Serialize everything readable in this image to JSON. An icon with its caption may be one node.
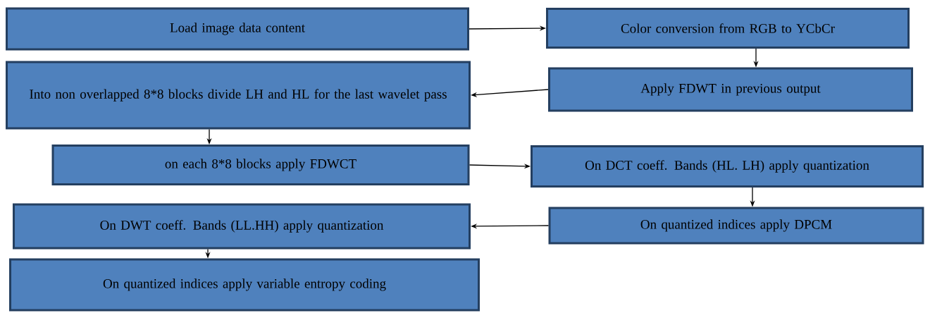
{
  "diagram": {
    "nodes": [
      {
        "text": [
          "Load image data content"
        ]
      },
      {
        "text": [
          "Color conversion from RGB to YCbCr"
        ]
      },
      {
        "text": [
          "Apply FDWT in previous output"
        ]
      },
      {
        "text": [
          "Into non overlapped 8*8 blocks divide LH and HL for the last wavelet pass"
        ]
      },
      {
        "text": [
          "on each 8*8 blocks apply FDWCT"
        ]
      },
      {
        "text": [
          "On DCT coeff.  Bands (HL. LH) apply quantization"
        ]
      },
      {
        "text": [
          "On quantized indices apply DPCM"
        ]
      },
      {
        "text": [
          "On DWT coeff. Bands (LL.HH) apply quantization"
        ]
      },
      {
        "text": [
          "On quantized indices apply variable entropy coding"
        ]
      }
    ],
    "edges": [
      {
        "from": 0,
        "to": 1,
        "arrow": "to"
      },
      {
        "from": 1,
        "to": 2,
        "arrow": "to"
      },
      {
        "from": 2,
        "to": 3,
        "arrow": "to"
      },
      {
        "from": 3,
        "to": 4,
        "arrow": "to"
      },
      {
        "from": 4,
        "to": 5,
        "arrow": "to"
      },
      {
        "from": 5,
        "to": 6,
        "arrow": "to"
      },
      {
        "from": 6,
        "to": 7,
        "arrow": "to"
      },
      {
        "from": 7,
        "to": 8,
        "arrow": "to"
      }
    ]
  }
}
